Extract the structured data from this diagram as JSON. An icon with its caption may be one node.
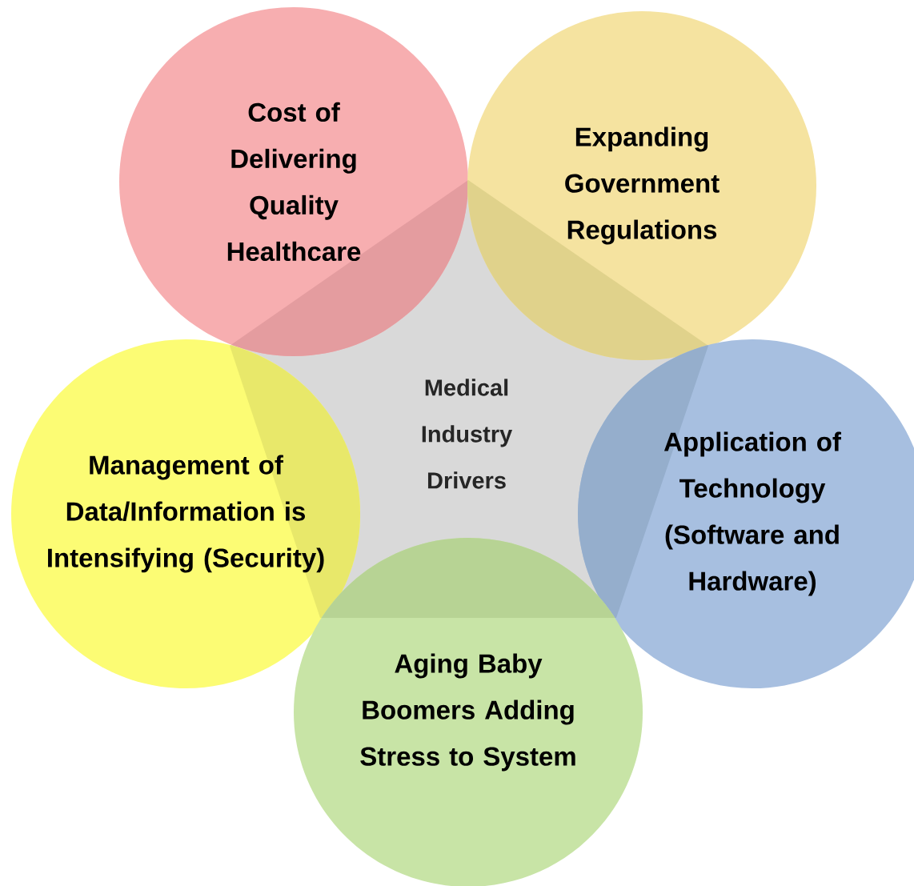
{
  "diagram": {
    "nodes": [
      {
        "text": [
          "Medical Industry Drivers"
        ]
      },
      {
        "text": [
          "Cost of Delivering Quality Healthcare"
        ]
      },
      {
        "text": [
          "Expanding Government Regulations"
        ]
      },
      {
        "text": [
          "Management of Data/Information is Intensifying (Security)"
        ]
      },
      {
        "text": [
          "Application of Technology (Software and Hardware)"
        ]
      },
      {
        "text": [
          "Aging Baby Boomers Adding Stress to System"
        ]
      }
    ]
  }
}
